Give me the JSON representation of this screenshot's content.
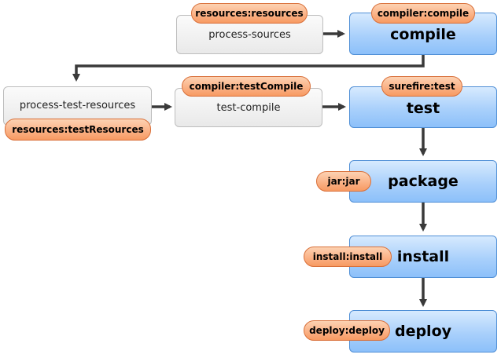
{
  "phases": {
    "process_sources": "process-sources",
    "compile": "compile",
    "process_test_resources": "process-test-resources",
    "test_compile": "test-compile",
    "test": "test",
    "package": "package",
    "install": "install",
    "deploy": "deploy"
  },
  "goals": {
    "resources_resources": "resources:resources",
    "compiler_compile": "compiler:compile",
    "resources_testResources": "resources:testResources",
    "compiler_testCompile": "compiler:testCompile",
    "surefire_test": "surefire:test",
    "jar_jar": "jar:jar",
    "install_install": "install:install",
    "deploy_deploy": "deploy:deploy"
  },
  "colors": {
    "phase_gray_border": "#bdbdbd",
    "phase_blue": "#a9d0fb",
    "phase_blue_border": "#4f8fd6",
    "goal_orange": "#fbb58b",
    "goal_border": "#d9703a",
    "arrow": "#3a3a3a"
  }
}
